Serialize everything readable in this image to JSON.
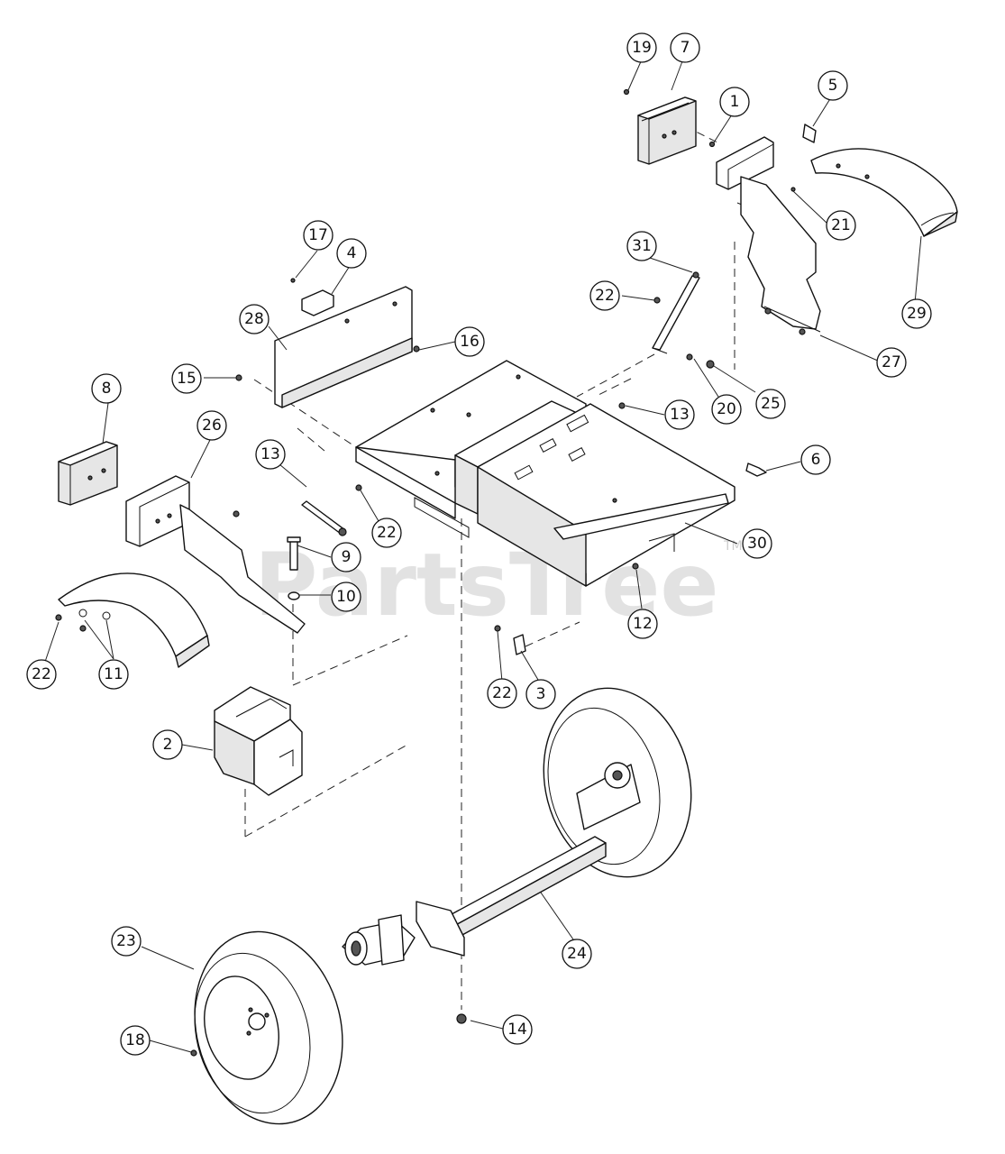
{
  "watermark": {
    "text": "PartsTree",
    "mark": "TM"
  },
  "callouts": [
    {
      "id": "c19",
      "label": "19"
    },
    {
      "id": "c7",
      "label": "7"
    },
    {
      "id": "c1",
      "label": "1"
    },
    {
      "id": "c5",
      "label": "5"
    },
    {
      "id": "c21",
      "label": "21"
    },
    {
      "id": "c29",
      "label": "29"
    },
    {
      "id": "c17",
      "label": "17"
    },
    {
      "id": "c4",
      "label": "4"
    },
    {
      "id": "c31",
      "label": "31"
    },
    {
      "id": "c28",
      "label": "28"
    },
    {
      "id": "c22a",
      "label": "22"
    },
    {
      "id": "c16",
      "label": "16"
    },
    {
      "id": "c27",
      "label": "27"
    },
    {
      "id": "c15",
      "label": "15"
    },
    {
      "id": "c20",
      "label": "20"
    },
    {
      "id": "c25",
      "label": "25"
    },
    {
      "id": "c8",
      "label": "8"
    },
    {
      "id": "c26",
      "label": "26"
    },
    {
      "id": "c13a",
      "label": "13"
    },
    {
      "id": "c13b",
      "label": "13"
    },
    {
      "id": "c6",
      "label": "6"
    },
    {
      "id": "c22b",
      "label": "22"
    },
    {
      "id": "c30",
      "label": "30"
    },
    {
      "id": "c9",
      "label": "9"
    },
    {
      "id": "c10",
      "label": "10"
    },
    {
      "id": "c12",
      "label": "12"
    },
    {
      "id": "c22c",
      "label": "22"
    },
    {
      "id": "c11",
      "label": "11"
    },
    {
      "id": "c22d",
      "label": "22"
    },
    {
      "id": "c3",
      "label": "3"
    },
    {
      "id": "c2",
      "label": "2"
    },
    {
      "id": "c24",
      "label": "24"
    },
    {
      "id": "c23",
      "label": "23"
    },
    {
      "id": "c14",
      "label": "14"
    },
    {
      "id": "c18",
      "label": "18"
    }
  ]
}
